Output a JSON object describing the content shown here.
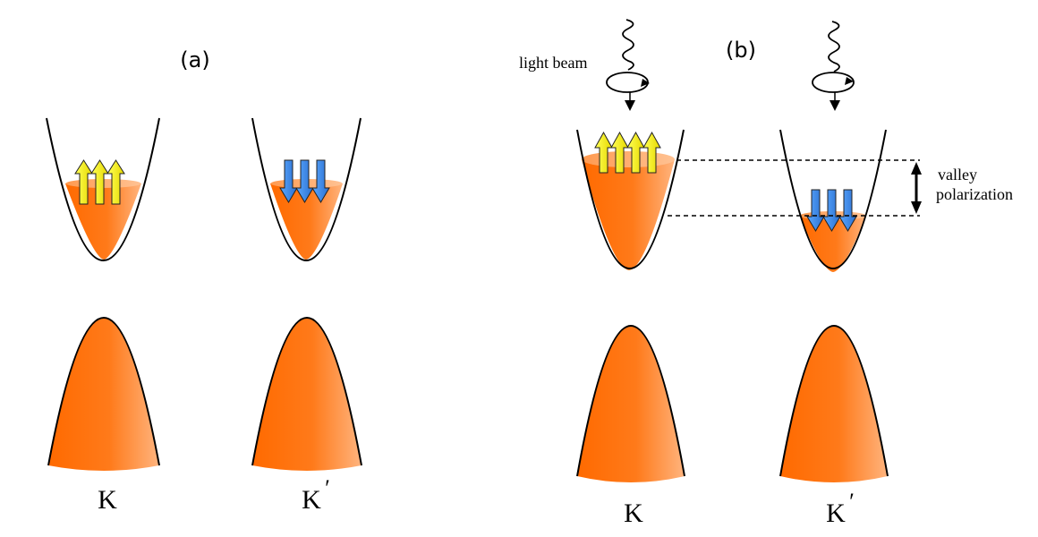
{
  "panel_a": {
    "label": "(a)",
    "valley_left": "K",
    "valley_right": "K",
    "prime": "′",
    "left_arrows": {
      "direction": "up",
      "count": 3
    },
    "right_arrows": {
      "direction": "down",
      "count": 3
    }
  },
  "panel_b": {
    "label": "(b)",
    "light_label": "light beam",
    "valley_left": "K",
    "valley_right": "K",
    "prime": "′",
    "polarization_line1": "valley",
    "polarization_line2": "polarization",
    "left_arrows": {
      "direction": "up",
      "count": 4
    },
    "right_arrows": {
      "direction": "down",
      "count": 3
    }
  },
  "colors": {
    "fill_dark": "#ff6a00",
    "fill_light": "#ffb077",
    "up_arrow": "#ffff33",
    "down_arrow": "#3b8fe8",
    "stroke": "#000000"
  }
}
